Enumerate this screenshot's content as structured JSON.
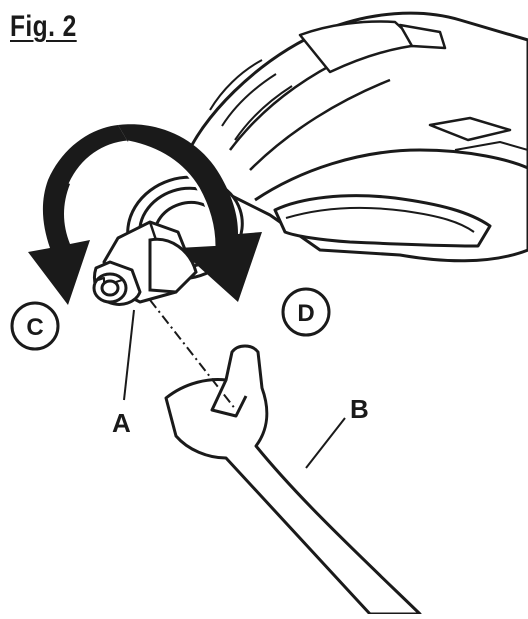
{
  "figure": {
    "title": "Fig. 2"
  },
  "labels": {
    "a": "A",
    "b": "B",
    "c": "C",
    "d": "D"
  },
  "colors": {
    "ink": "#1a1a1a",
    "paper": "#ffffff",
    "shade": "#e6e6e6"
  }
}
